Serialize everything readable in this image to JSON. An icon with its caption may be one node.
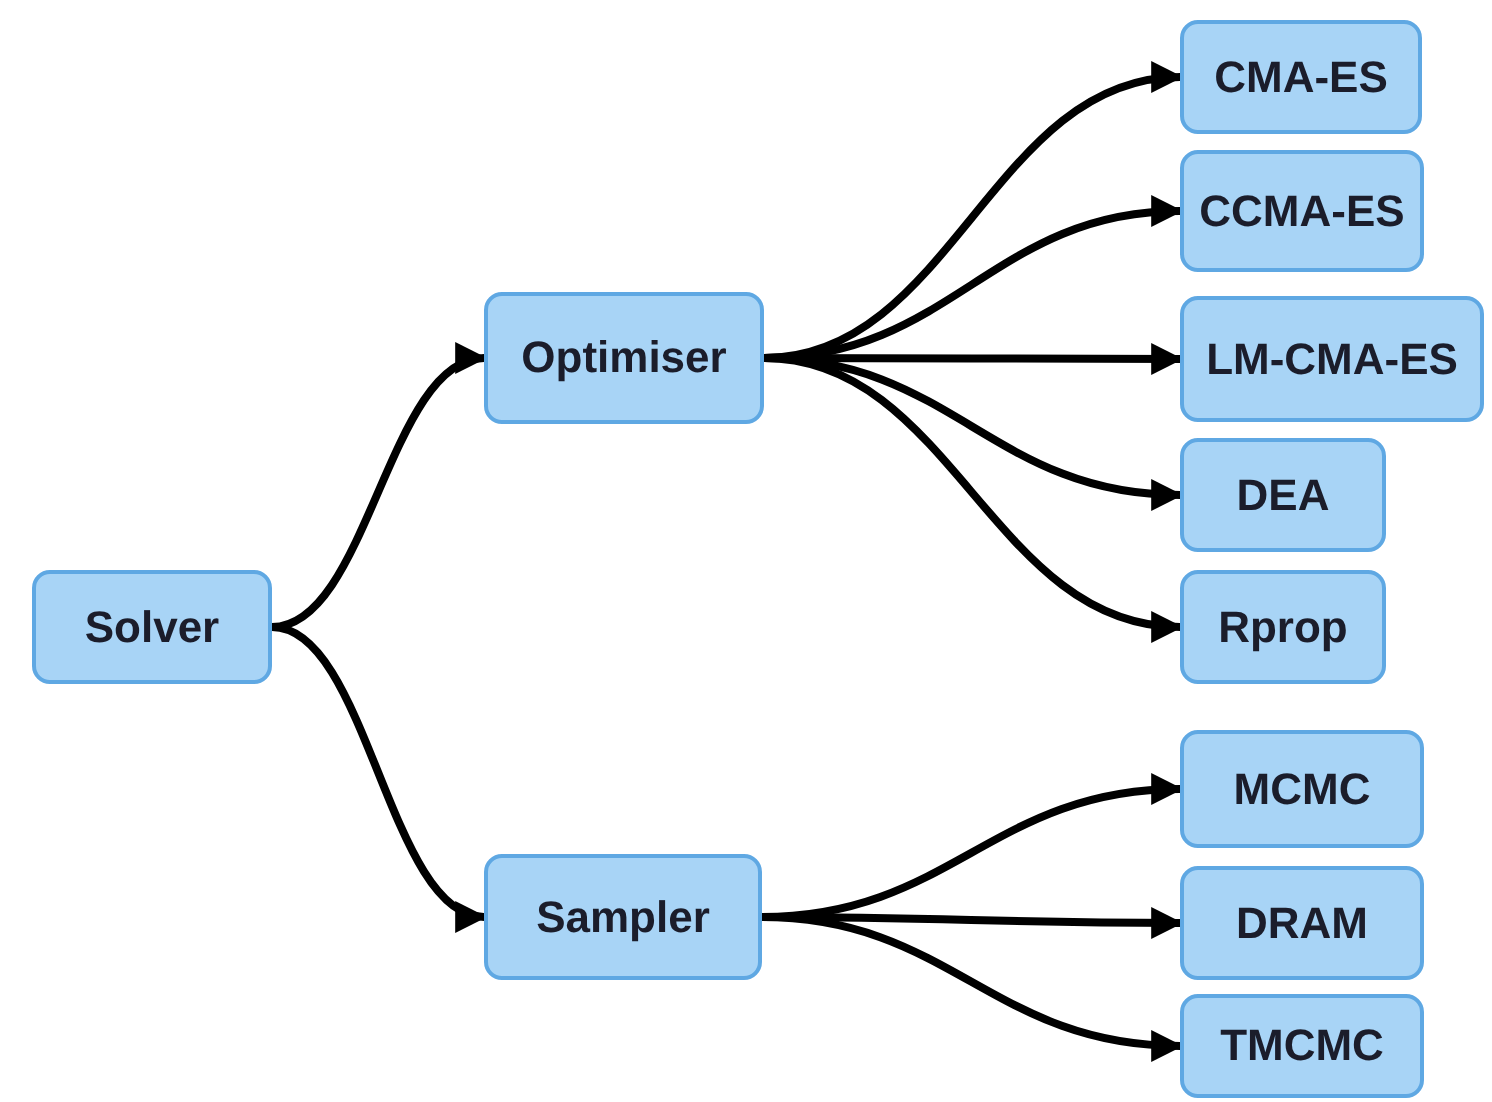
{
  "diagram": {
    "nodes": [
      {
        "text": [
          "Solver"
        ]
      },
      {
        "text": [
          "Optimiser"
        ]
      },
      {
        "text": [
          "Sampler"
        ]
      },
      {
        "text": [
          "CMA-ES"
        ]
      },
      {
        "text": [
          "CCMA-ES"
        ]
      },
      {
        "text": [
          "LM-CMA-ES"
        ]
      },
      {
        "text": [
          "DEA"
        ]
      },
      {
        "text": [
          "Rprop"
        ]
      },
      {
        "text": [
          "MCMC"
        ]
      },
      {
        "text": [
          "DRAM"
        ]
      },
      {
        "text": [
          "TMCMC"
        ]
      }
    ],
    "edges": [
      {
        "from": 0,
        "to": 1,
        "arrow": "to"
      },
      {
        "from": 0,
        "to": 2,
        "arrow": "to"
      },
      {
        "from": 1,
        "to": 3,
        "arrow": "to"
      },
      {
        "from": 1,
        "to": 4,
        "arrow": "to"
      },
      {
        "from": 1,
        "to": 5,
        "arrow": "to"
      },
      {
        "from": 1,
        "to": 6,
        "arrow": "to"
      },
      {
        "from": 1,
        "to": 7,
        "arrow": "to"
      },
      {
        "from": 2,
        "to": 8,
        "arrow": "to"
      },
      {
        "from": 2,
        "to": 9,
        "arrow": "to"
      },
      {
        "from": 2,
        "to": 10,
        "arrow": "to"
      }
    ]
  }
}
